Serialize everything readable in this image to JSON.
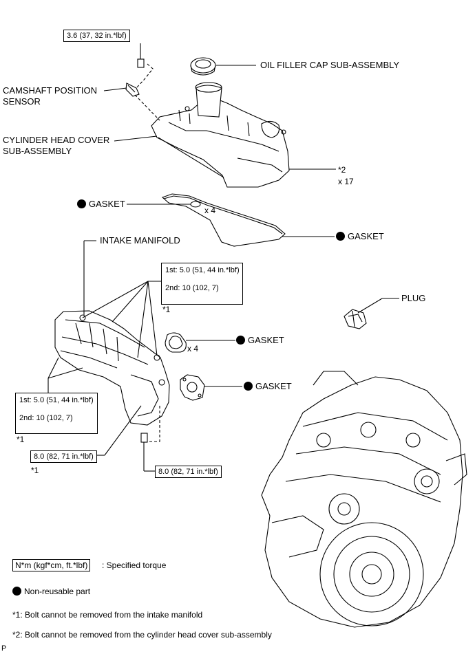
{
  "torque": {
    "cam_sensor_bolt": "3.6 (37, 32 in.*lbf)",
    "upper_1st": "1st: 5.0 (51, 44 in.*lbf)",
    "upper_2nd": "2nd: 10 (102, 7)",
    "lower_1st": "1st: 5.0 (51, 44 in.*lbf)",
    "lower_2nd": "2nd: 10 (102, 7)",
    "left_bolt": "8.0 (82, 71 in.*lbf)",
    "right_bolt": "8.0 (82, 71 in.*lbf)"
  },
  "labels": {
    "oil_filler_cap": "OIL FILLER CAP SUB-ASSEMBLY",
    "camshaft_sensor_line1": "CAMSHAFT POSITION",
    "camshaft_sensor_line2": "SENSOR",
    "cylinder_cover_line1": "CYLINDER HEAD COVER",
    "cylinder_cover_line2": "SUB-ASSEMBLY",
    "star2": "*2",
    "x17": "x 17",
    "gasket_small": "GASKET",
    "x4_top": "x 4",
    "gasket_cover": "GASKET",
    "intake_manifold": "INTAKE MANIFOLD",
    "star1_upper": "*1",
    "plug": "PLUG",
    "gasket_port": "GASKET",
    "x4_port": "x 4",
    "gasket_flange": "GASKET",
    "star1_lower": "*1",
    "star1_left": "*1"
  },
  "legend": {
    "torque_unit": "N*m (kgf*cm, ft.*lbf)",
    "torque_desc": ": Specified torque",
    "non_reusable": "Non-reusable part",
    "note1": "*1: Bolt cannot be removed from the intake manifold",
    "note2": "*2: Bolt cannot be removed from the cylinder head cover sub-assembly"
  },
  "corner_mark": "P"
}
